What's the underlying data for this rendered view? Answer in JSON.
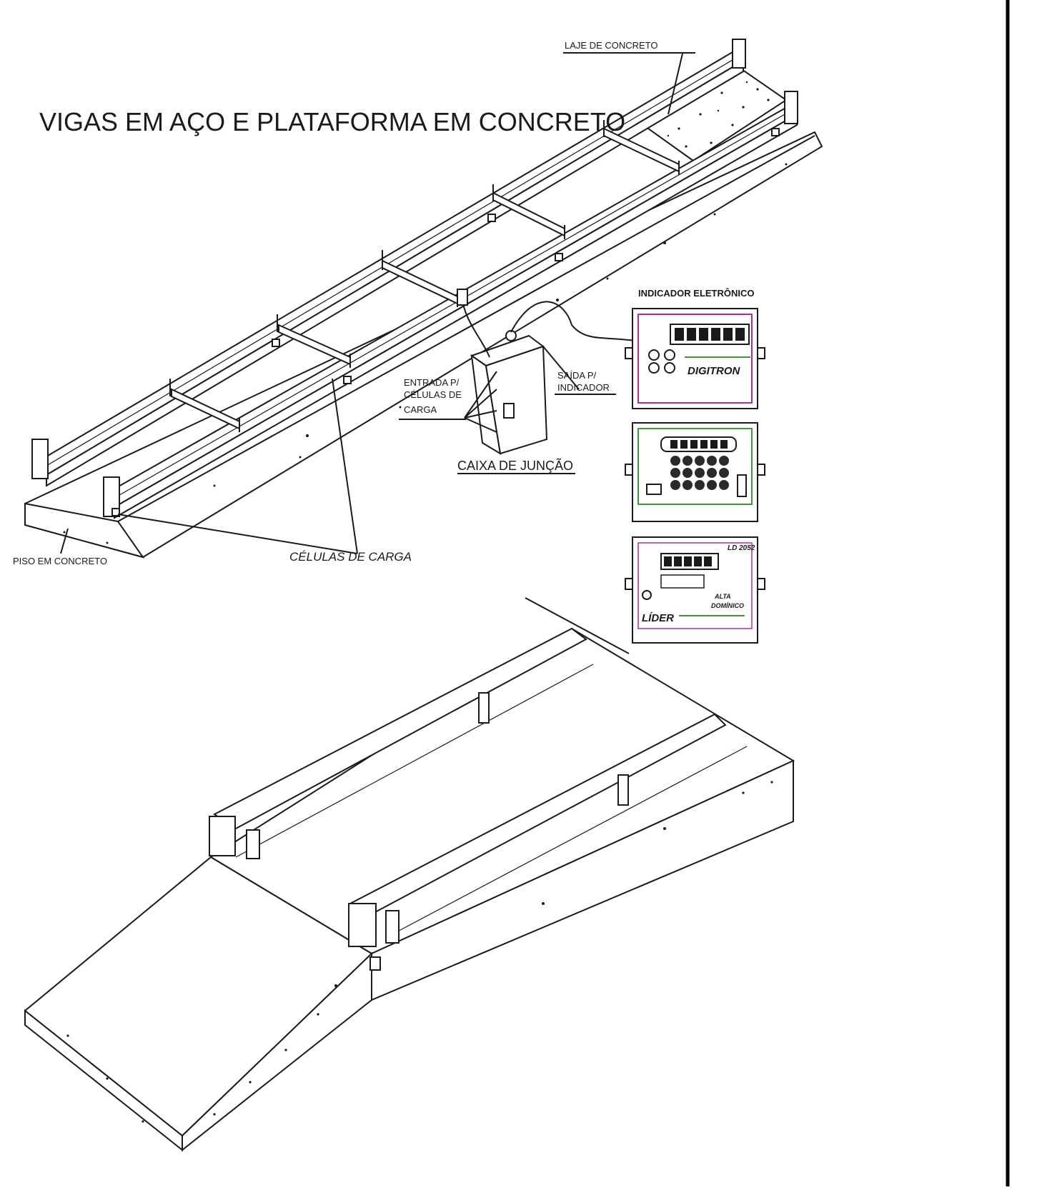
{
  "title": "VIGAS EM AÇO E PLATAFORMA EM CONCRETO",
  "labels": {
    "laje": "LAJE DE CONCRETO",
    "indicador_eletronico": "INDICADOR ELETRÔNICO",
    "entrada_1": "ENTRADA P/",
    "entrada_2": "CÉLULAS DE",
    "entrada_3": "CARGA",
    "saida_1": "SAÍDA P/",
    "saida_2": "INDICADOR",
    "caixa_juncao": "CAIXA DE JUNÇÃO",
    "piso": "PISO EM CONCRETO",
    "celulas": "CÉLULAS DE CARGA"
  },
  "indicators": {
    "digitron": "DIGITRON",
    "lider": "LÍDER",
    "lider_model": "LD 2052",
    "lider_text_1": "ALTA",
    "lider_text_2": "DOMÍNICO"
  },
  "colors": {
    "line": "#1a1a1a",
    "accent_green": "#3a9a3a",
    "accent_magenta": "#b02aa0",
    "background": "#ffffff",
    "frame": "#000000"
  }
}
